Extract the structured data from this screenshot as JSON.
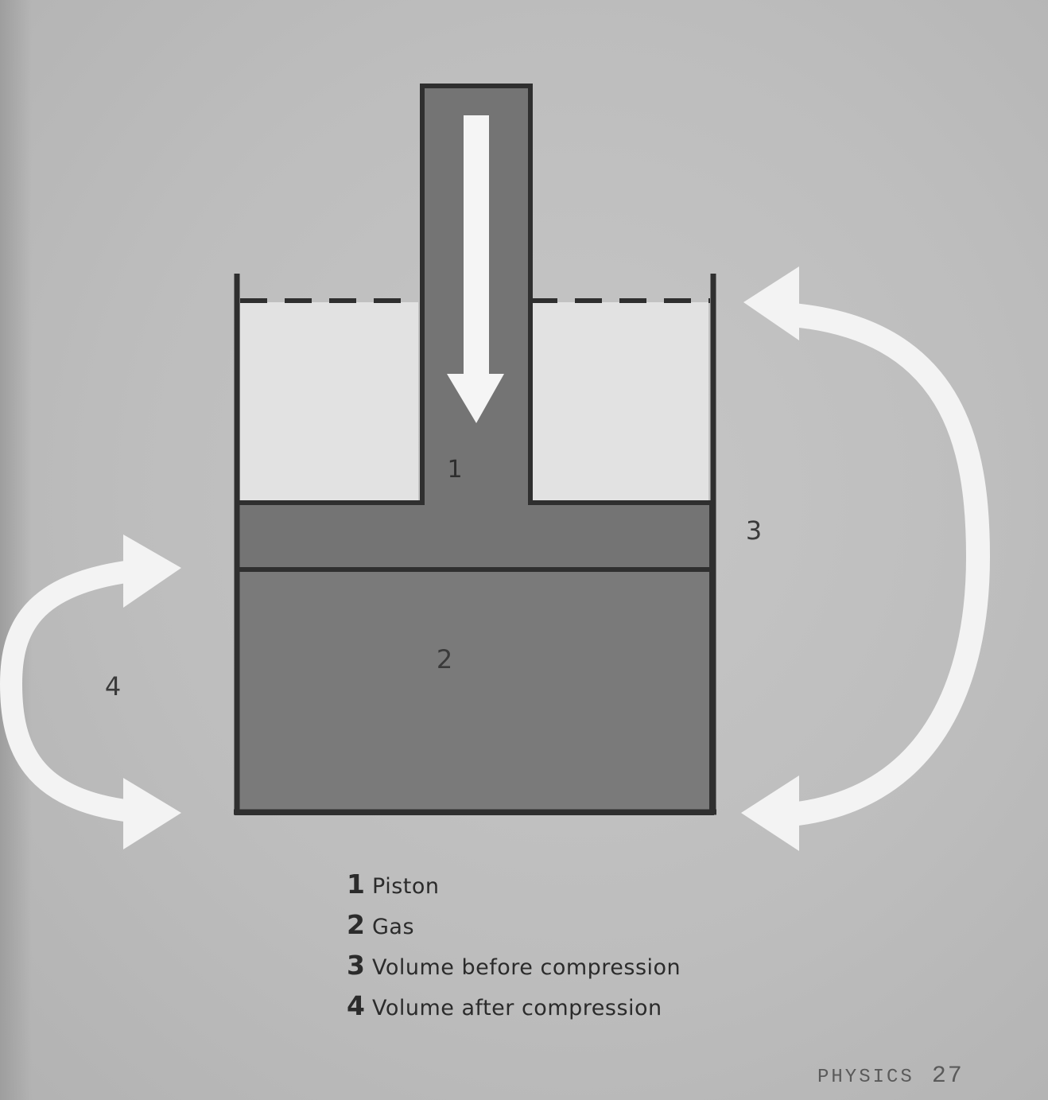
{
  "markers": {
    "piston": "1",
    "gas": "2",
    "volume_before": "3",
    "volume_after": "4"
  },
  "legend": [
    {
      "num": "1",
      "text": "Piston"
    },
    {
      "num": "2",
      "text": "Gas"
    },
    {
      "num": "3",
      "text": "Volume before compression"
    },
    {
      "num": "4",
      "text": "Volume after compression"
    }
  ],
  "footer": {
    "section": "PHYSICS",
    "page_number": "27"
  },
  "colors": {
    "background": "#bdbdbd",
    "cylinder_outline": "#2f2f2f",
    "piston_fill": "#747474",
    "gas_fill": "#7a7a7a",
    "empty_space": "#e2e2e2",
    "arrow_fill": "#f3f3f3"
  }
}
